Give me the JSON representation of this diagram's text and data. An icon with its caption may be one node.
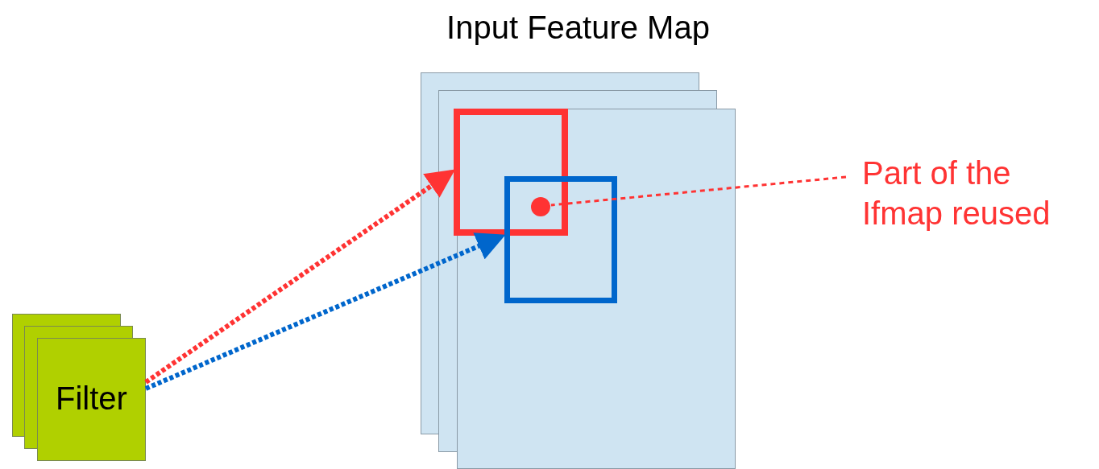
{
  "diagram": {
    "nodes": [
      {
        "text": [
          "Input Feature Map"
        ]
      },
      {
        "text": [],
        "shape": "box",
        "in": 0
      },
      {
        "text": [],
        "shape": "box",
        "in": 0
      },
      {
        "text": [],
        "shape": "circle"
      },
      {
        "text": [
          "Filter"
        ]
      },
      {
        "text": [
          "Part of the Ifmap reused"
        ]
      }
    ],
    "edges": [
      {
        "from": 4,
        "to": 1,
        "arrow": "to",
        "style": "dashed",
        "color": "#ff3333"
      },
      {
        "from": 4,
        "to": 2,
        "arrow": "to",
        "style": "dashed",
        "color": "#0066cc"
      },
      {
        "from": 5,
        "to": 3,
        "arrow": "none",
        "style": "dashed",
        "color": "#ff3333"
      }
    ]
  }
}
